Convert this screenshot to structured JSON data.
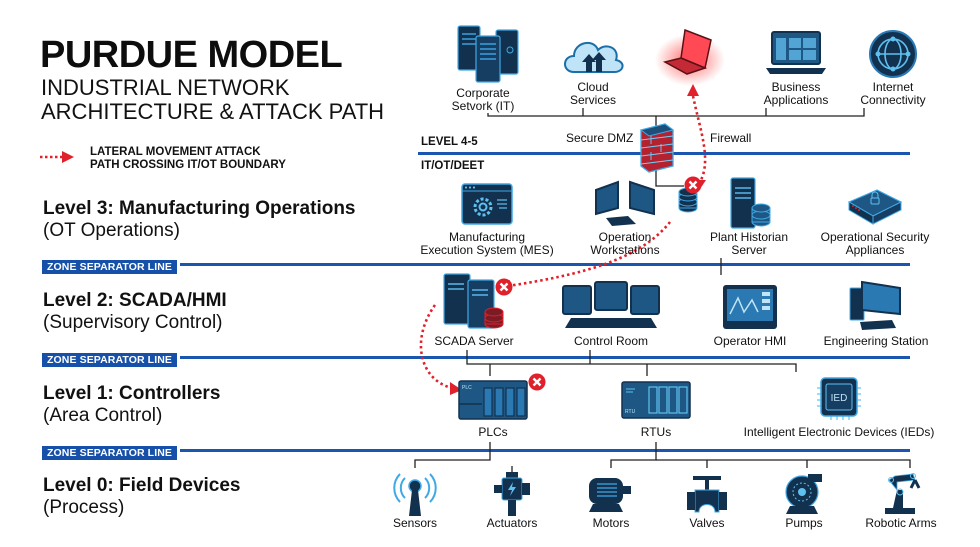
{
  "header": {
    "title": "PURDUE MODEL",
    "subtitle_line1": "INDUSTRIAL NETWORK",
    "subtitle_line2": "ARCHITECTURE & ATTACK PATH"
  },
  "legend": {
    "line1": "LATERAL MOVEMENT ATTACK",
    "line2": "PATH CROSSING IT/OT BOUNDARY",
    "arrow_color": "#e0202a"
  },
  "colors": {
    "zone_line": "#1a56b0",
    "zone_tag_bg": "#1650a8",
    "icon_dark": "#12314f",
    "icon_accent": "#3fa9e6",
    "attack_red": "#e0202a"
  },
  "level45": {
    "label_top": "LEVEL 4-5",
    "label_bottom": "IT/OT/DEET",
    "dmz_label": "Secure DMZ",
    "firewall_label": "Firewall",
    "nodes": [
      {
        "icon": "server-rack-icon",
        "line1": "Corporate",
        "line2": "Setvork (IT)"
      },
      {
        "icon": "cloud-upload-icon",
        "line1": "Cloud",
        "line2": "Services"
      },
      {
        "icon": "compromised-laptop-icon",
        "line1": "",
        "line2": ""
      },
      {
        "icon": "laptop-dashboard-icon",
        "line1": "Business",
        "line2": "Applications"
      },
      {
        "icon": "globe-network-icon",
        "line1": "Internet",
        "line2": "Connectivity"
      }
    ]
  },
  "levels": [
    {
      "title": "Level 3: Manufacturing Operations",
      "subtitle": "(OT Operations)",
      "nodes": [
        {
          "icon": "mes-window-gear-icon",
          "line1": "Manufacturing",
          "line2": "Execution System (MES)"
        },
        {
          "icon": "workstations-icon",
          "line1": "Operation",
          "line2": "Workstations"
        },
        {
          "icon": "historian-server-icon",
          "line1": "Plant Historian",
          "line2": "Server"
        },
        {
          "icon": "security-appliance-icon",
          "line1": "Operational Security",
          "line2": "Appliances"
        }
      ]
    },
    {
      "title": "Level 2: SCADA/HMI",
      "subtitle": "(Supervisory Control)",
      "nodes": [
        {
          "icon": "scada-server-icon",
          "line1": "SCADA Server"
        },
        {
          "icon": "control-room-icon",
          "line1": "Control Room"
        },
        {
          "icon": "operator-hmi-icon",
          "line1": "Operator HMI"
        },
        {
          "icon": "engineering-station-icon",
          "line1": "Engineering Station"
        }
      ]
    },
    {
      "title": "Level 1: Controllers",
      "subtitle": "(Area Control)",
      "nodes": [
        {
          "icon": "plc-icon",
          "line1": "PLCs",
          "badge": "PLC"
        },
        {
          "icon": "rtu-icon",
          "line1": "RTUs",
          "badge": "RTU"
        },
        {
          "icon": "ied-chip-icon",
          "line1": "Intelligent Electronic Devices (IEDs)",
          "badge": "IED"
        }
      ]
    },
    {
      "title": "Level 0: Field Devices",
      "subtitle": "(Process)",
      "nodes": [
        {
          "icon": "sensor-icon",
          "line1": "Sensors"
        },
        {
          "icon": "actuator-icon",
          "line1": "Actuators"
        },
        {
          "icon": "motor-icon",
          "line1": "Motors"
        },
        {
          "icon": "valve-icon",
          "line1": "Valves"
        },
        {
          "icon": "pump-icon",
          "line1": "Pumps"
        },
        {
          "icon": "robotic-arm-icon",
          "line1": "Robotic Arms"
        }
      ]
    }
  ],
  "zone_separator_label": "ZONE SEPARATOR LINE"
}
